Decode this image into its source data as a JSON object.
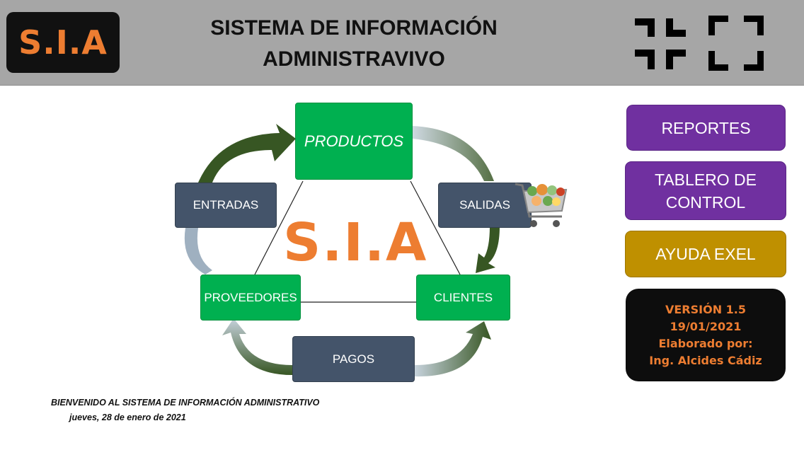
{
  "header": {
    "logo_text": "S.I.A",
    "title_line1": "SISTEMA DE INFORMACIÓN",
    "title_line2": "ADMINISTRAVIVO",
    "controls": {
      "minimize_icon": "collapse-icon",
      "maximize_icon": "expand-icon"
    }
  },
  "diagram": {
    "center_logo": "S.I.A",
    "nodes": {
      "productos": "PRODUCTOS",
      "entradas": "ENTRADAS",
      "salidas": "SALIDAS",
      "proveedores": "PROVEEDORES",
      "clientes": "CLIENTES",
      "pagos": "PAGOS"
    },
    "cart_icon": "shopping-cart-icon"
  },
  "buttons": {
    "reportes": "REPORTES",
    "tablero_line1": "TABLERO DE",
    "tablero_line2": "CONTROL",
    "ayuda": "AYUDA EXEL"
  },
  "version_box": {
    "line1": "VERSIÓN 1.5",
    "line2": "19/01/2021",
    "line3": "Elaborado por:",
    "line4": "Ing. Alcides Cádiz"
  },
  "footer": {
    "welcome": "BIENVENIDO AL SISTEMA DE INFORMACIÓN ADMINISTRATIVO",
    "date": "jueves, 28 de enero de 2021"
  },
  "colors": {
    "header_bg": "#a6a6a6",
    "accent_orange": "#ed7d31",
    "green_node": "#00b050",
    "slate_node": "#44546a",
    "purple_button": "#7030a0",
    "gold_button": "#bf9000",
    "arrow_green": "#375623",
    "arrow_grey": "#9fb0c0"
  }
}
